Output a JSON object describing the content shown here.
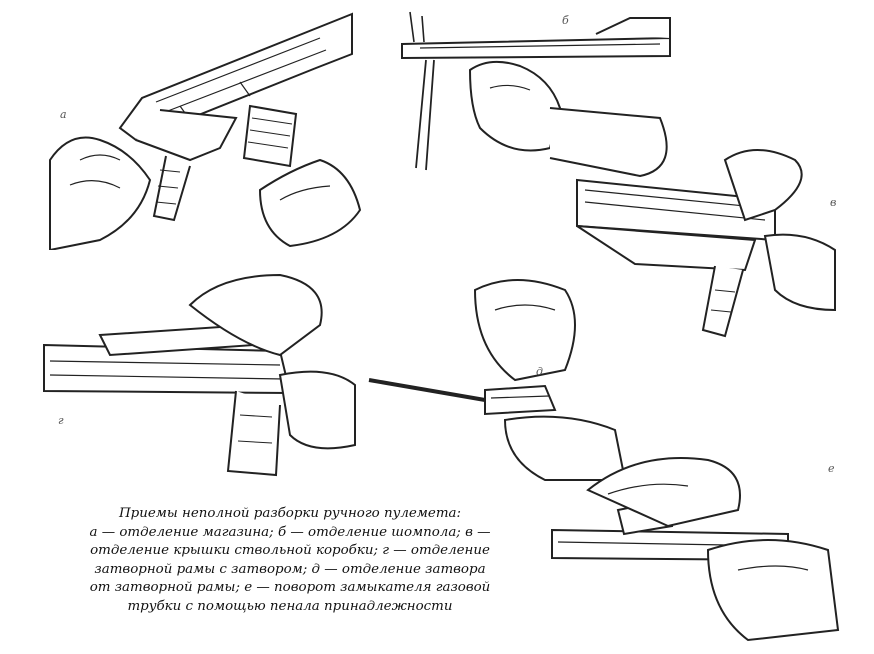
{
  "panels": [
    {
      "id": "a",
      "label": "а"
    },
    {
      "id": "b",
      "label": "б"
    },
    {
      "id": "v",
      "label": "в"
    },
    {
      "id": "g",
      "label": "г"
    },
    {
      "id": "d",
      "label": "д"
    },
    {
      "id": "e",
      "label": "е"
    }
  ],
  "caption": {
    "lines": [
      "Приемы неполной разборки ручного пулемета:",
      "а — отделение магазина; б — отделение шомпола; в —",
      "отделение крышки ствольной коробки; г — отделение",
      "затворной рамы с затвором; д — отделение затвора",
      "от затворной рамы; е — поворот замыкателя газовой",
      "трубки с помощью пенала принадлежности"
    ]
  }
}
